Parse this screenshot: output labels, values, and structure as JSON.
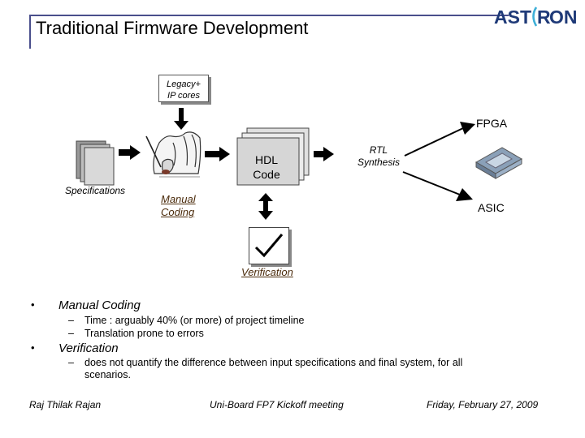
{
  "title": "Traditional Firmware Development",
  "logo": {
    "text_a": "AST",
    "text_b": "R",
    "text_c": "ON"
  },
  "diagram": {
    "legacy_line1": "Legacy+",
    "legacy_line2": "IP cores",
    "specifications": "Specifications",
    "hdl_line1": "HDL",
    "hdl_line2": "Code",
    "manual_line1": "Manual",
    "manual_line2": "Coding",
    "rtl_line1": "RTL",
    "rtl_line2": "Synthesis",
    "fpga": "FPGA",
    "asic": "ASIC",
    "verification": "Verification"
  },
  "bullets": [
    {
      "text": "Manual Coding",
      "subs": [
        "Time : arguably 40% (or more) of project timeline",
        "Translation prone to errors"
      ]
    },
    {
      "text": "Verification",
      "subs": [
        "does not quantify the difference between input specifications and final system, for all",
        "scenarios."
      ]
    }
  ],
  "footer": {
    "author": "Raj Thilak Rajan",
    "event": "Uni-Board FP7 Kickoff meeting",
    "date": "Friday, February 27, 2009"
  }
}
